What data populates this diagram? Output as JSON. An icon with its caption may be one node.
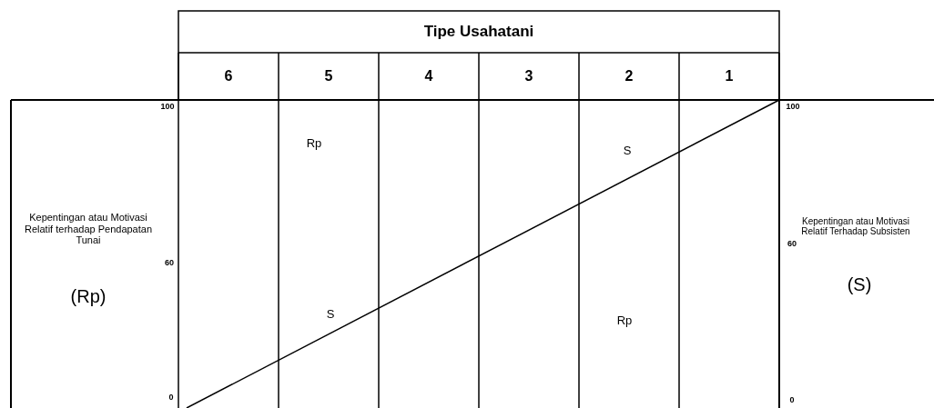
{
  "diagram": {
    "labels": [
      "Tipe Usahatani",
      "6",
      "5",
      "4",
      "3",
      "2",
      "1",
      "100",
      "100",
      "Rp",
      "S",
      "Kepentingan atau Motivasi Relatif terhadap Pendapatan Tunai",
      "Kepentingan atau Motivasi Relatif Terhadap Subsisten",
      "60",
      "60",
      "(Rp)",
      "(S)",
      "S",
      "Rp",
      "0",
      "0"
    ]
  }
}
